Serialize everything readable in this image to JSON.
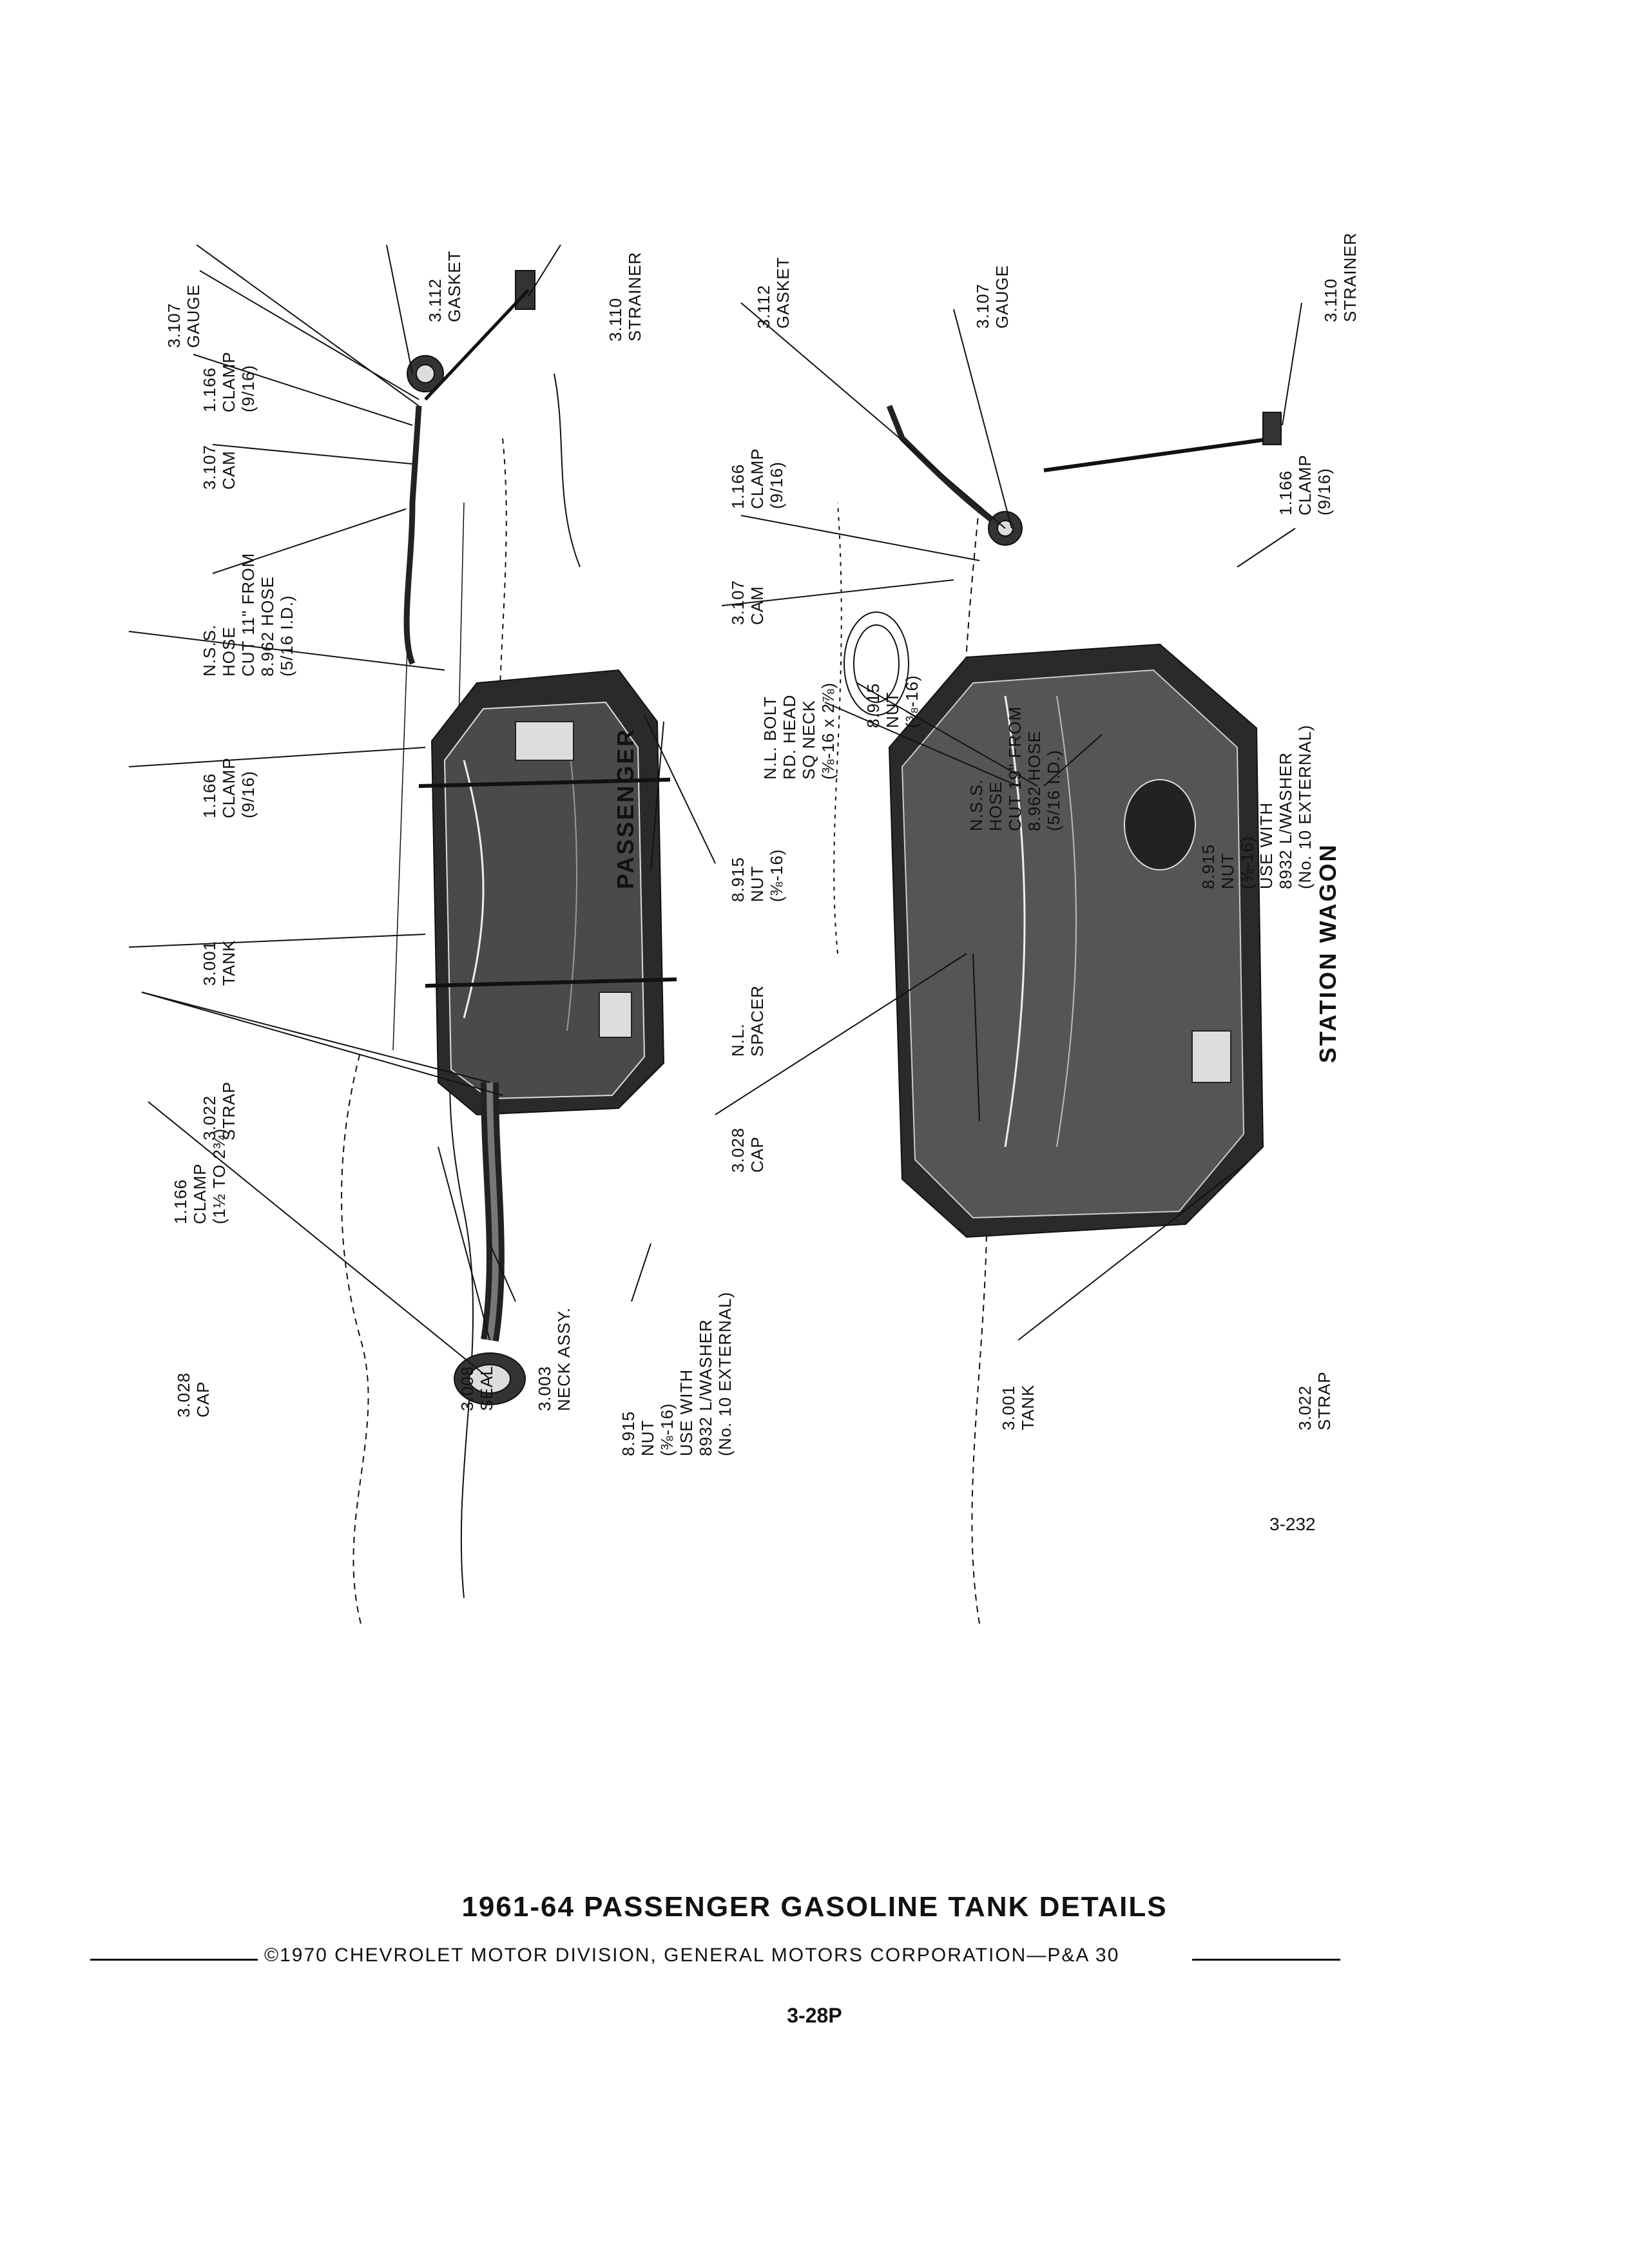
{
  "passenger": {
    "heading": "PASSENGER",
    "labels": {
      "gauge": [
        "3.107",
        "GAUGE"
      ],
      "gasket": [
        "3.112",
        "GASKET"
      ],
      "strainer": [
        "3.110",
        "STRAINER"
      ],
      "clamp_upper": [
        "1.166",
        "CLAMP",
        "(9/16)"
      ],
      "cam": [
        "3.107",
        "CAM"
      ],
      "hose": [
        "N.S.S.",
        "HOSE",
        "CUT 11\" FROM",
        "8.962 HOSE",
        "(5/16 I.D.)"
      ],
      "clamp_lower": [
        "1.166",
        "CLAMP",
        "(9/16)"
      ],
      "tank": [
        "3.001",
        "TANK"
      ],
      "strap": [
        "3.022",
        "STRAP"
      ],
      "clamp_neck": [
        "1.166",
        "CLAMP",
        "(1½ TO 2¾)"
      ],
      "cap": [
        "3.028",
        "CAP"
      ],
      "seal": [
        "3.008",
        "SEAL"
      ],
      "neck": [
        "3.003",
        "NECK ASSY."
      ],
      "nut_washer": [
        "8.915",
        "NUT",
        "(⅜-16)",
        "USE WITH",
        "8932 L/WASHER",
        "(No. 10 EXTERNAL)"
      ],
      "nut": [
        "8.915",
        "NUT",
        "(⅜-16)"
      ],
      "spacer": [
        "N.L.",
        "SPACER"
      ]
    }
  },
  "station_wagon": {
    "heading": "STATION WAGON",
    "labels": {
      "gasket": [
        "3.112",
        "GASKET"
      ],
      "gauge": [
        "3.107",
        "GAUGE"
      ],
      "strainer": [
        "3.110",
        "STRAINER"
      ],
      "clamp_upper": [
        "1.166",
        "CLAMP",
        "(9/16)"
      ],
      "cam": [
        "3.107",
        "CAM"
      ],
      "clamp_right": [
        "1.166",
        "CLAMP",
        "(9/16)"
      ],
      "bolt": [
        "N.L. BOLT",
        "RD. HEAD",
        "SQ NECK",
        "(⅜-16 x 2⅞)"
      ],
      "nut_upper": [
        "8.915",
        "NUT",
        "(⅜-16)"
      ],
      "hose": [
        "N.S.S.",
        "HOSE",
        "CUT 19\" FROM",
        "8.962 HOSE",
        "(5/16 I.D.)"
      ],
      "nut_washer": [
        "8.915",
        "NUT",
        "(⅜-16)",
        "USE WITH",
        "8932 L/WASHER",
        "(No. 10 EXTERNAL)"
      ],
      "cap": [
        "3.028",
        "CAP"
      ],
      "tank": [
        "3.001",
        "TANK"
      ],
      "strap": [
        "3.022",
        "STRAP"
      ]
    }
  },
  "figure_number": "3-232",
  "title": "1961-64 PASSENGER GASOLINE TANK DETAILS",
  "copyright": "©1970 CHEVROLET MOTOR DIVISION, GENERAL MOTORS CORPORATION—P&A 30",
  "page_number": "3-28P"
}
